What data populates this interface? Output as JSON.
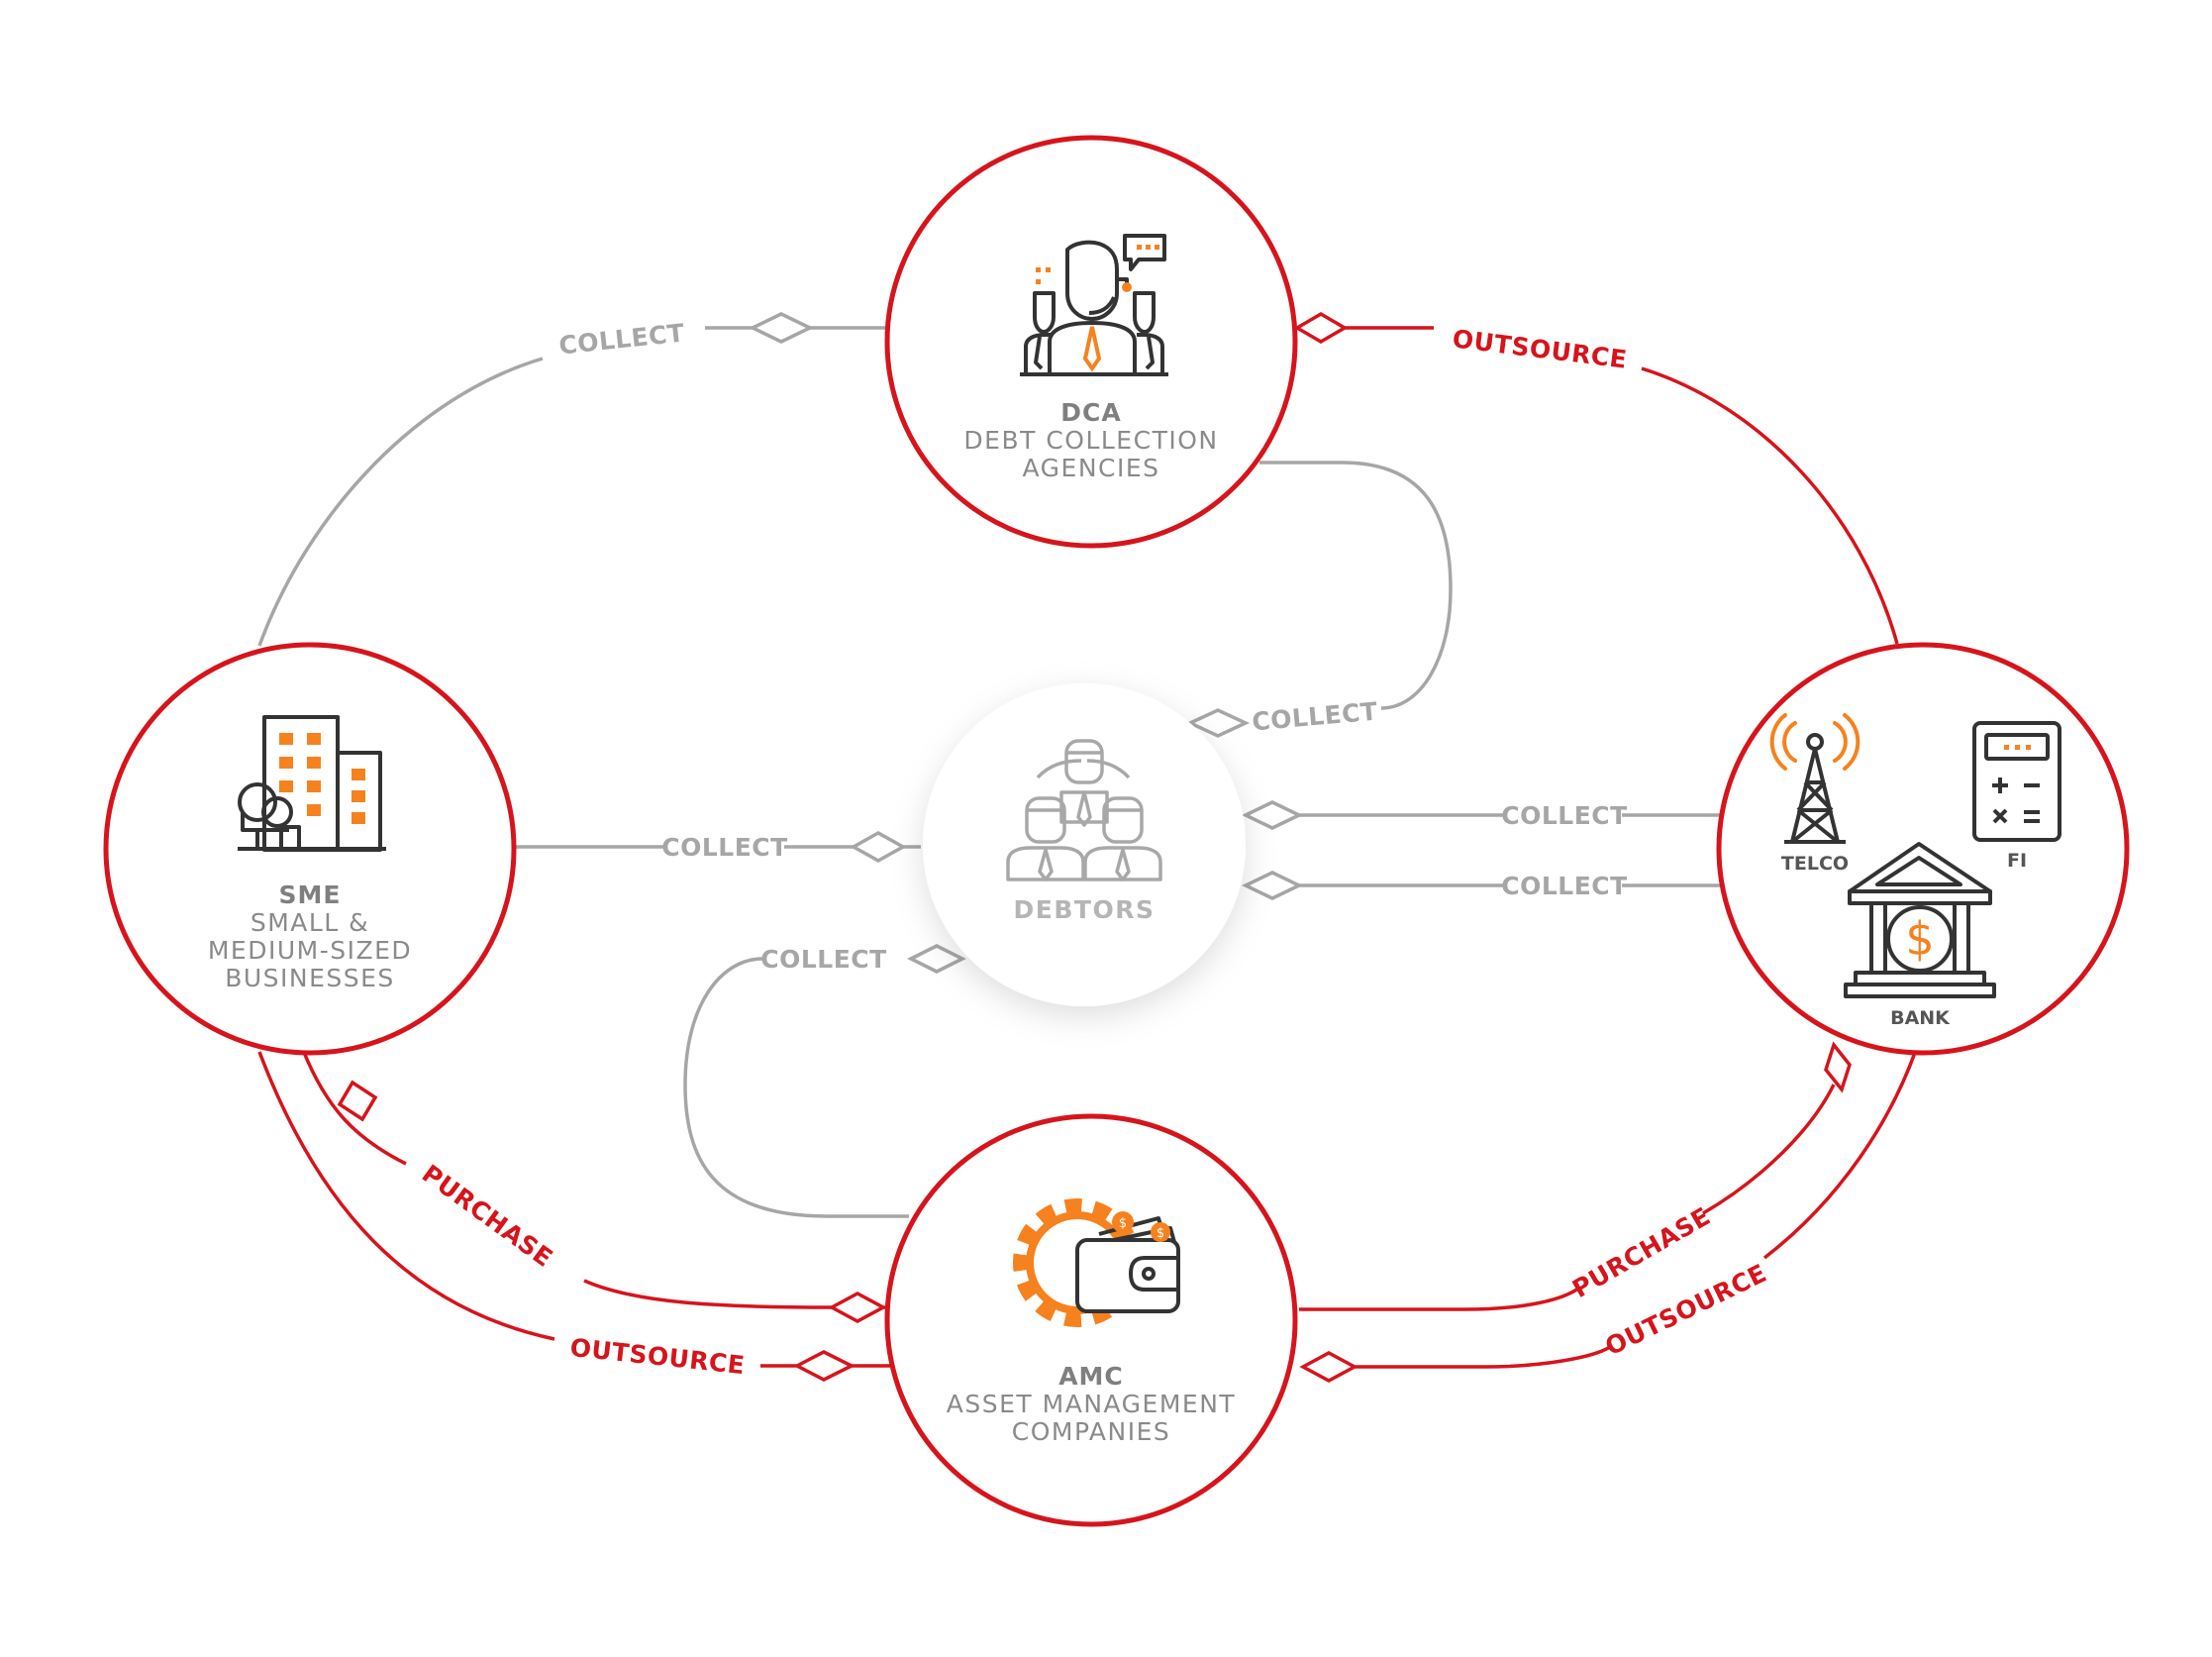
{
  "nodes": {
    "dca": {
      "abbr": "DCA",
      "line1": "DEBT COLLECTION",
      "line2": "AGENCIES"
    },
    "sme": {
      "abbr": "SME",
      "line1": "SMALL &",
      "line2": "MEDIUM-SIZED",
      "line3": "BUSINESSES"
    },
    "amc": {
      "abbr": "AMC",
      "line1": "ASSET MANAGEMENT",
      "line2": "COMPANIES"
    },
    "debtors": {
      "label": "DEBTORS"
    },
    "creditors": {
      "telco": "TELCO",
      "fi": "FI",
      "bank": "BANK"
    }
  },
  "edges": {
    "sme_dca": "COLLECT",
    "dca_debtors": "COLLECT",
    "sme_debtors": "COLLECT",
    "amc_debtors": "COLLECT",
    "creditors_debtors_1": "COLLECT",
    "creditors_debtors_2": "COLLECT",
    "creditors_dca": "OUTSOURCE",
    "sme_amc_purchase": "PURCHASE",
    "sme_amc_outsource": "OUTSOURCE",
    "creditors_amc_purchase": "PURCHASE",
    "creditors_amc_outsource": "OUTSOURCE"
  },
  "colors": {
    "accent_red": "#d6141c",
    "gray_line": "#a6a6a6",
    "icon_orange": "#f5821f",
    "icon_dark": "#333333"
  }
}
